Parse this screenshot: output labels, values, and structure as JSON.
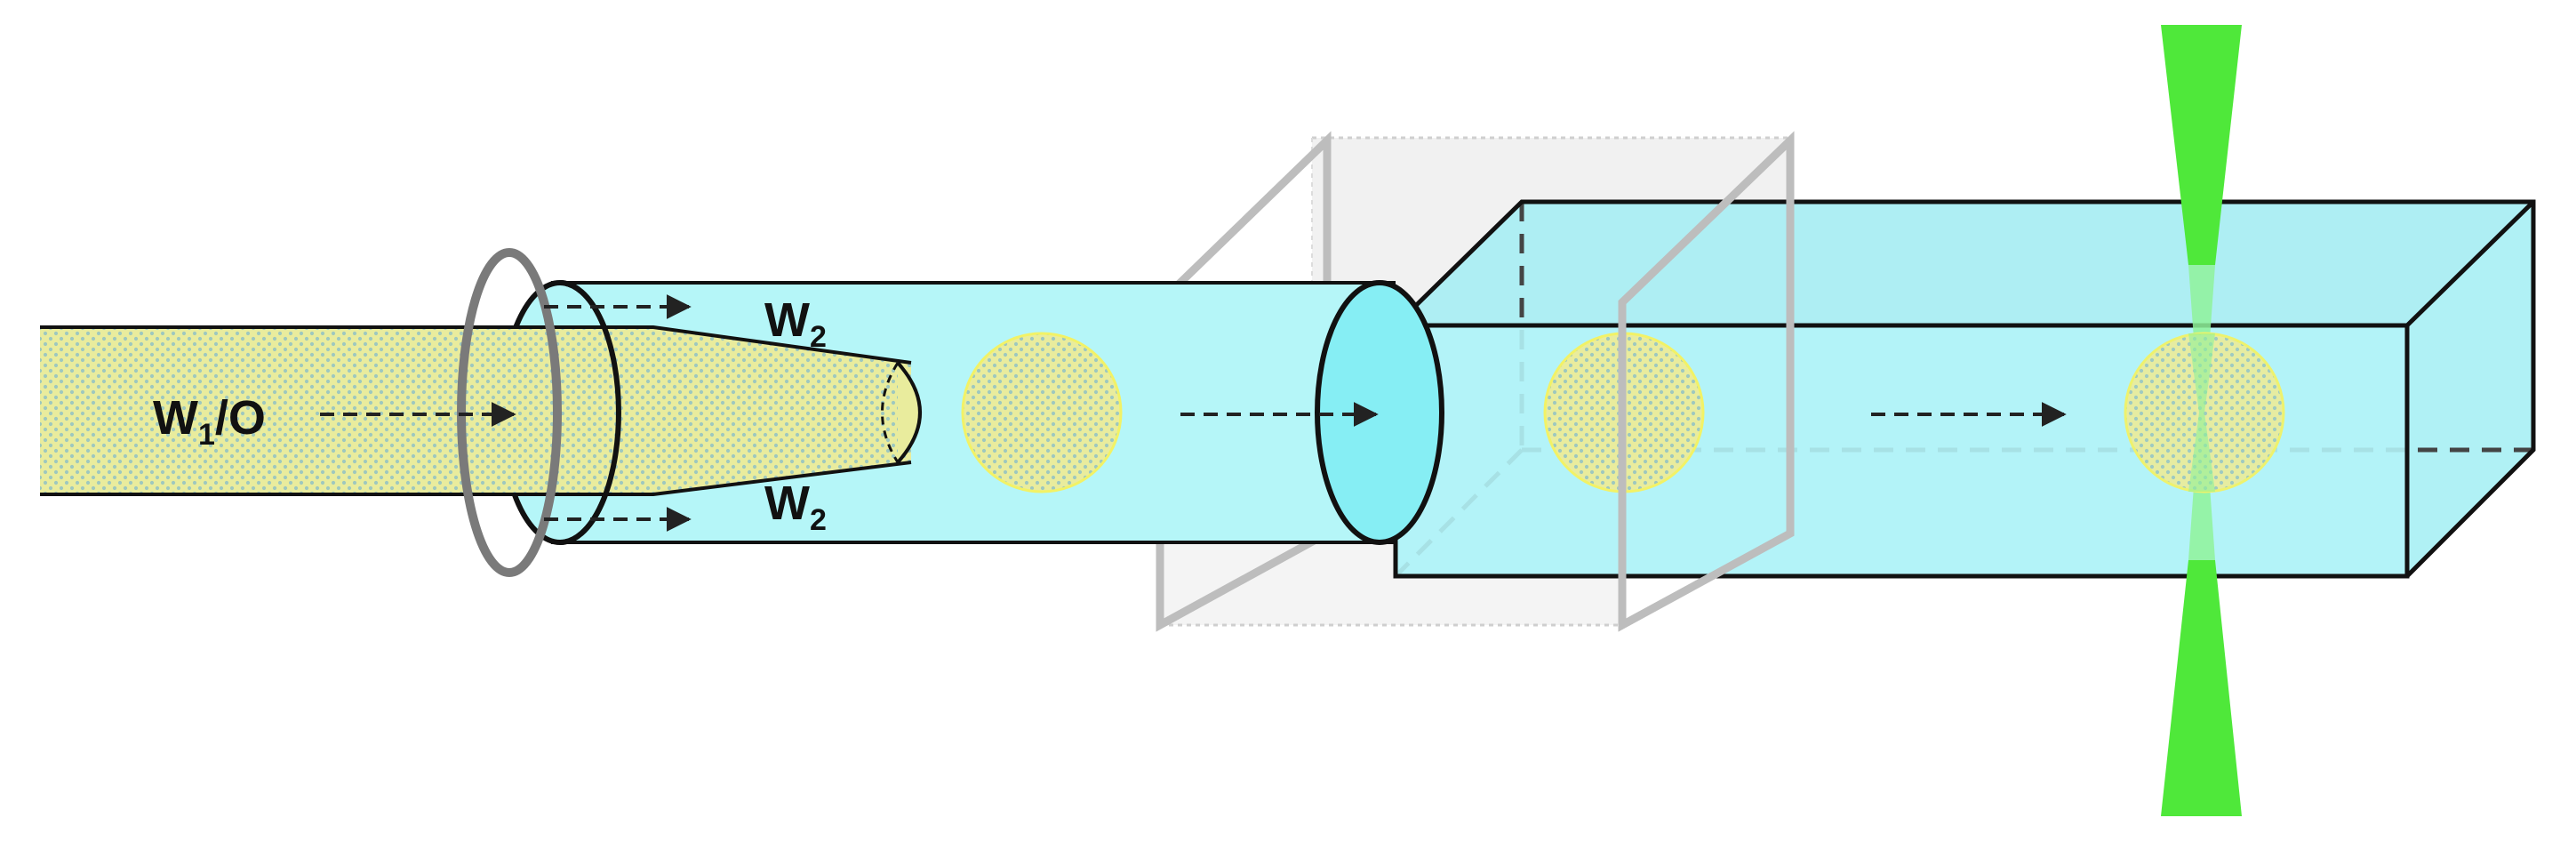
{
  "labels": {
    "inner_phase_main": "W",
    "inner_phase_sub": "1",
    "inner_phase_suffix": "/O",
    "sheath_top_main": "W",
    "sheath_top_sub": "2",
    "sheath_bottom_main": "W",
    "sheath_bottom_sub": "2"
  },
  "colors": {
    "inner_fluid": "#e9ec9d",
    "inner_dots": "#9ec8bf",
    "outer_fluid": "#b5f6f8",
    "channel_face": "#a4ecf2",
    "laser": "#4fe83a",
    "frame": "#bdbdbd",
    "ring": "#7a7a7a",
    "outline": "#111111"
  },
  "icons": {
    "flow_arrow": "dashed-arrow-icon",
    "laser": "focused-laser-beam-icon"
  }
}
